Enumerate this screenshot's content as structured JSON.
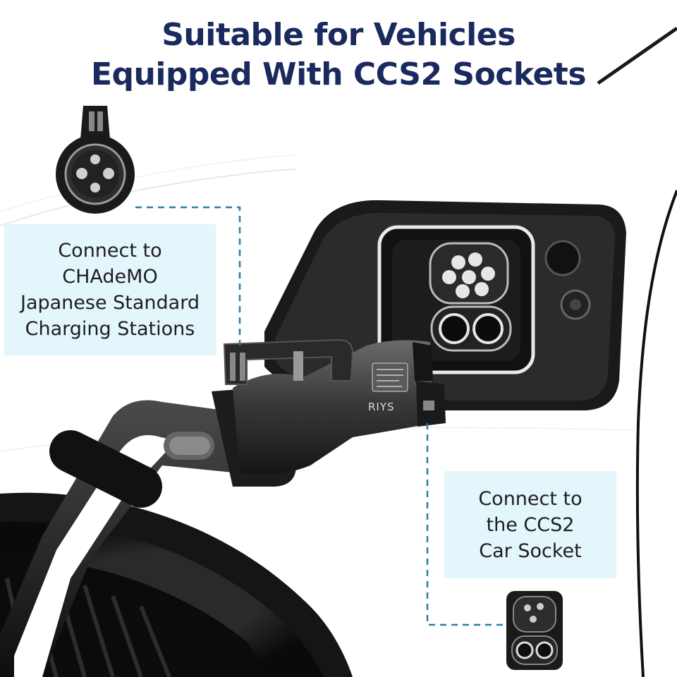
{
  "title": {
    "line1": "Suitable for Vehicles",
    "line2": "Equipped With CCS2 Sockets"
  },
  "callout_left": {
    "lines": [
      "Connect to",
      "CHAdeMO",
      "Japanese Standard",
      "Charging Stations"
    ]
  },
  "callout_right": {
    "lines": [
      "Connect to",
      "the CCS2",
      "Car Socket"
    ]
  },
  "adapter": {
    "brand": "RIYS"
  },
  "colors": {
    "title": "#1b2a5e",
    "callout_bg": "#e3f6fb",
    "dashed_line": "#2b7fa3",
    "body_dark": "#1a1a1a"
  },
  "icons": [
    "chademo-plug-icon",
    "ccs2-socket-icon",
    "car-charge-port",
    "charging-handle",
    "ccs2-adapter",
    "car-wheel"
  ]
}
